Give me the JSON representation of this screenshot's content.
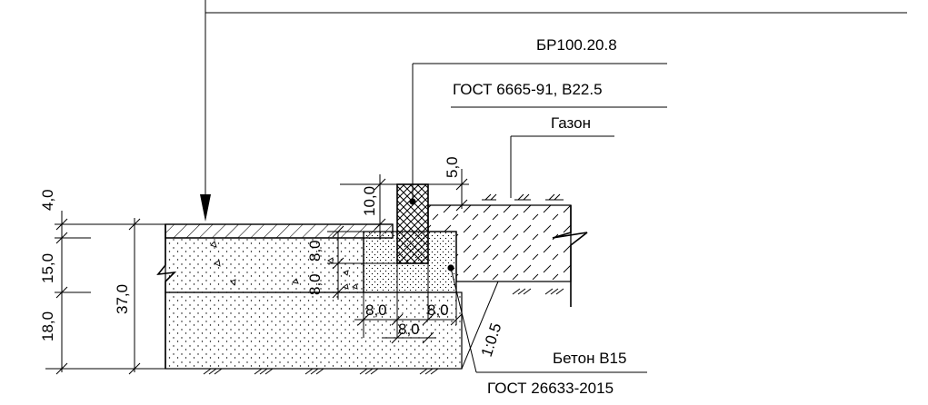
{
  "drawing": {
    "callouts": {
      "curb_name": "БР100.20.8",
      "curb_standard": "ГОСТ 6665-91, В22.5",
      "lawn": "Газон",
      "concrete_grade": "Бетон В15",
      "concrete_standard": "ГОСТ 26633-2015"
    },
    "dimensions": {
      "layer_top": "4,0",
      "layer_middle": "15,0",
      "layer_bottom": "18,0",
      "total": "37,0",
      "curb_above": "10,0",
      "curb_reveal": "5,0",
      "base_depth_a": "8,0",
      "base_depth_b": "8,0",
      "base_width_left": "8,0",
      "base_width_right": "8,0",
      "base_width_bottom": "8,0",
      "slope": "1:0.5"
    }
  }
}
